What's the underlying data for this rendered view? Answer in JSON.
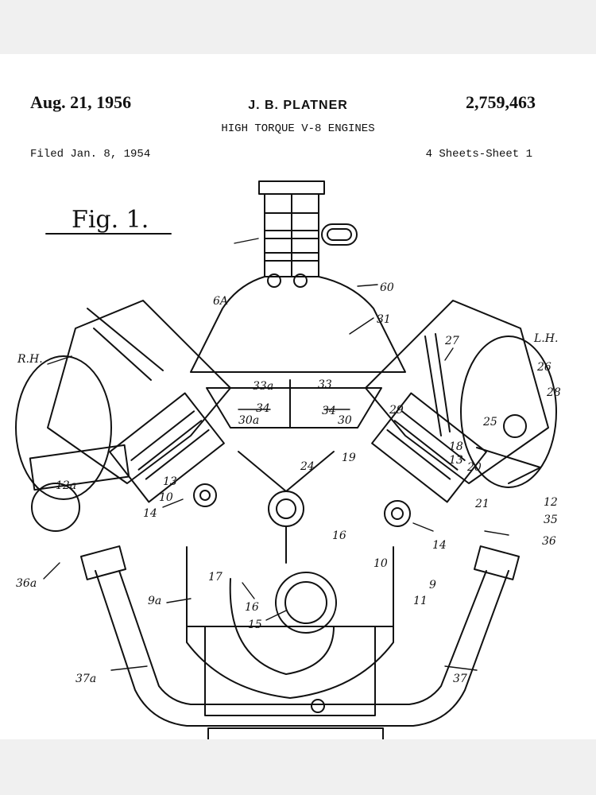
{
  "header": {
    "date": "Aug. 21, 1956",
    "inventor": "J. B. PLATNER",
    "patent_number": "2,759,463",
    "title": "HIGH TORQUE V-8 ENGINES",
    "filed": "Filed Jan. 8, 1954",
    "sheets": "4 Sheets-Sheet 1"
  },
  "figure": {
    "label": "Fig. 1.",
    "callouts": {
      "c60": "60",
      "c6a": "6A",
      "c31": "31",
      "rh": "R.H.",
      "lh": "L.H.",
      "c27": "27",
      "c26": "26",
      "c28": "28",
      "c33a": "33a",
      "c33": "33",
      "c34l": "34",
      "c34r": "34",
      "c30a": "30a",
      "c30": "30",
      "c29": "29",
      "c25": "25",
      "c18": "18",
      "c13r": "13",
      "c20": "20",
      "c12r": "12",
      "c21": "21",
      "c35": "35",
      "c36": "36",
      "c19": "19",
      "c24": "24",
      "c12a": "12a",
      "c13l": "13",
      "c10l": "10",
      "c14l": "14",
      "c16r": "16",
      "c10r": "10",
      "c14r": "14",
      "c9": "9",
      "c11": "11",
      "c17": "17",
      "c16": "16",
      "c15": "15",
      "c9a": "9a",
      "c36a": "36a",
      "c37a": "37a",
      "c37": "37"
    }
  },
  "colors": {
    "ink": "#111111",
    "paper": "#ffffff",
    "border": "#f0f0f0"
  }
}
